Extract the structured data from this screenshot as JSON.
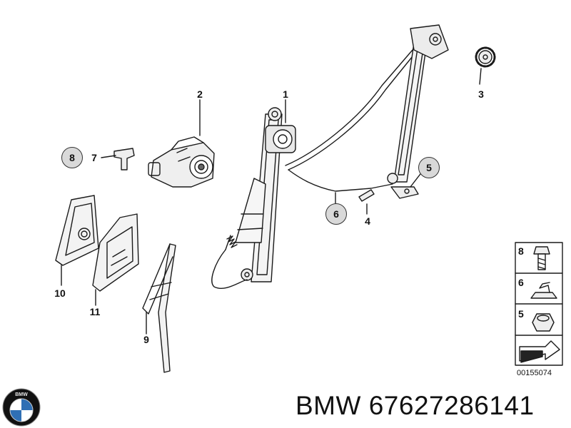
{
  "callouts": {
    "p1": "1",
    "p2": "2",
    "p3": "3",
    "p4": "4",
    "p5": "5",
    "p6": "6",
    "p7": "7",
    "p8": "8",
    "p9": "9",
    "p10": "10",
    "p11": "11"
  },
  "legend": {
    "row1": "8",
    "row2": "6",
    "row3": "5"
  },
  "diagram_code": "00155074",
  "logo": {
    "letters": "BMW",
    "colors": {
      "blue": "#2f6fb4",
      "white": "#ffffff",
      "ring": "#1a1a1a"
    }
  },
  "footer": {
    "brand": "BMW",
    "part_number": "67627286141"
  }
}
